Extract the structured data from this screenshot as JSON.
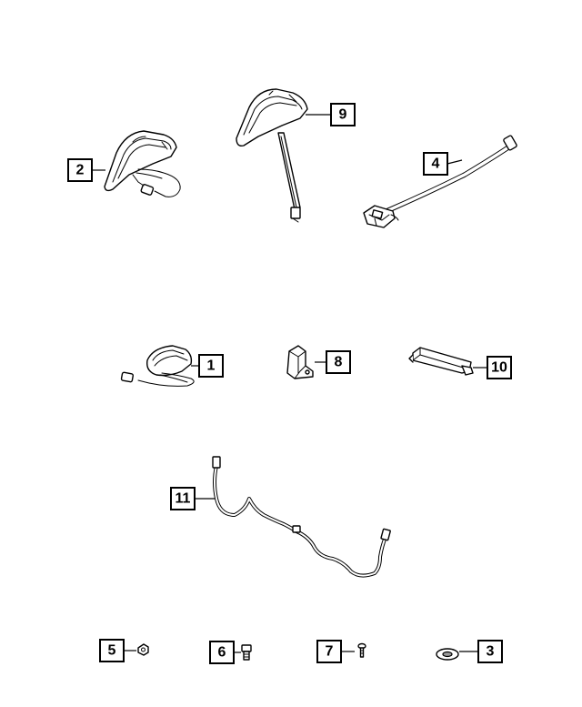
{
  "diagram": {
    "callouts": {
      "c1": "1",
      "c2": "2",
      "c3": "3",
      "c4": "4",
      "c5": "5",
      "c6": "6",
      "c7": "7",
      "c8": "8",
      "c9": "9",
      "c10": "10",
      "c11": "11"
    },
    "colors": {
      "line": "#000000",
      "fill": "#ffffff",
      "shade": "#9a9a9a"
    }
  }
}
